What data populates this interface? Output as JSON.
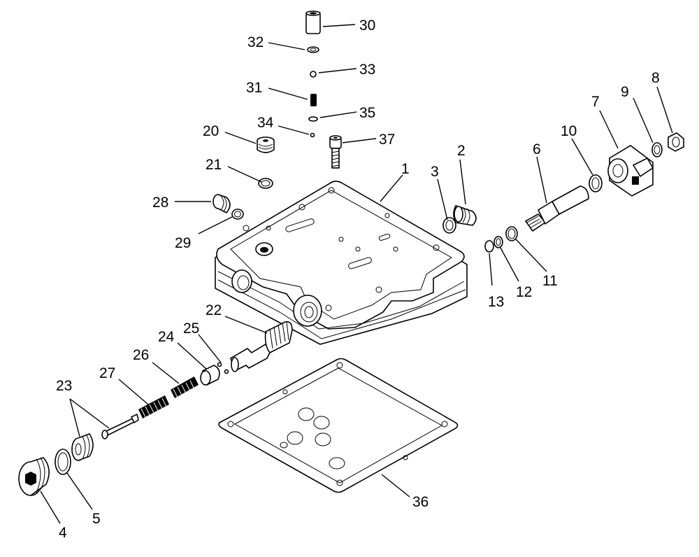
{
  "diagram": {
    "kind": "exploded-parts-view",
    "callouts": [
      "1",
      "2",
      "3",
      "4",
      "5",
      "6",
      "7",
      "8",
      "9",
      "10",
      "11",
      "12",
      "13",
      "20",
      "21",
      "22",
      "23",
      "24",
      "25",
      "26",
      "27",
      "28",
      "29",
      "30",
      "31",
      "32",
      "33",
      "34",
      "35",
      "36",
      "37"
    ]
  }
}
